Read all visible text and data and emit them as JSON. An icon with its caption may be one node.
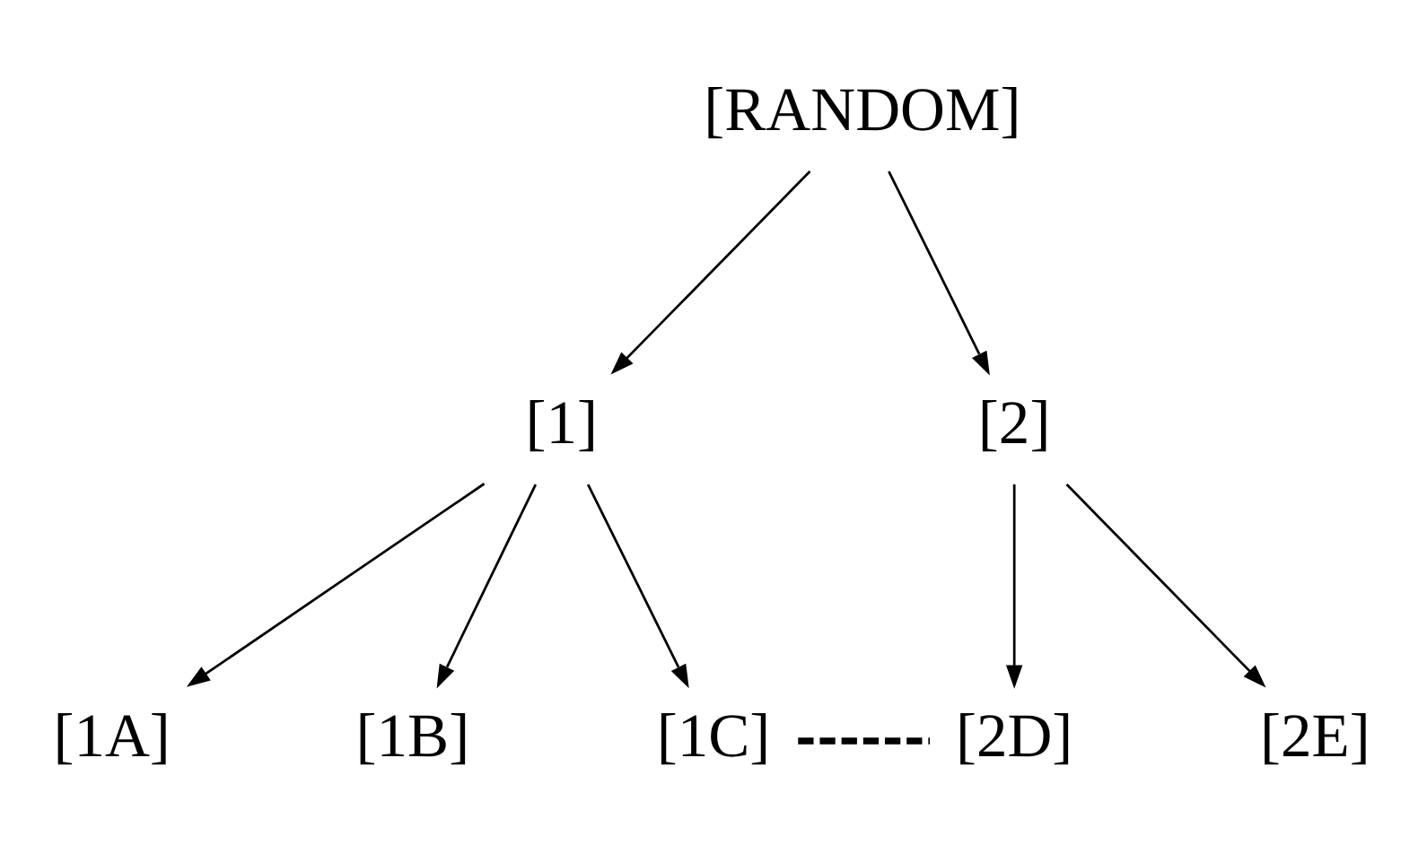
{
  "diagram": {
    "nodes": [
      {
        "text": [
          "[RANDOM]"
        ]
      },
      {
        "text": [
          "[1]"
        ]
      },
      {
        "text": [
          "[2]"
        ]
      },
      {
        "text": [
          "[1A]"
        ]
      },
      {
        "text": [
          "[1B]"
        ]
      },
      {
        "text": [
          "[1C]"
        ]
      },
      {
        "text": [
          "[2D]"
        ]
      },
      {
        "text": [
          "[2E]"
        ]
      }
    ],
    "edges": [
      {
        "from": 0,
        "to": 1,
        "arrow": "to"
      },
      {
        "from": 0,
        "to": 2,
        "arrow": "to"
      },
      {
        "from": 1,
        "to": 3,
        "arrow": "to"
      },
      {
        "from": 1,
        "to": 4,
        "arrow": "to"
      },
      {
        "from": 1,
        "to": 5,
        "arrow": "to"
      },
      {
        "from": 2,
        "to": 6,
        "arrow": "to"
      },
      {
        "from": 2,
        "to": 7,
        "arrow": "to"
      },
      {
        "from": 5,
        "to": 6,
        "arrow": "none",
        "style": "dashed"
      }
    ]
  }
}
